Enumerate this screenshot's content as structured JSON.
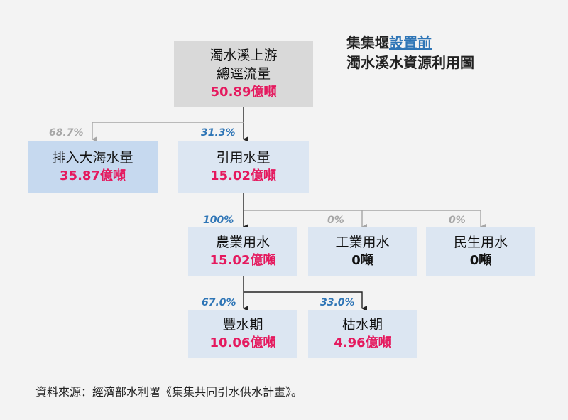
{
  "title": {
    "line1_prefix": "集集堰",
    "line1_highlight": "設置前",
    "line2": "濁水溪水資源利用圖"
  },
  "nodes": {
    "root": {
      "name1": "濁水溪上游",
      "name2": "總逕流量",
      "value": "50.89億噸"
    },
    "discharge": {
      "name": "排入大海水量",
      "value": "35.87億噸"
    },
    "intake": {
      "name": "引用水量",
      "value": "15.02億噸"
    },
    "agriculture": {
      "name": "農業用水",
      "value": "15.02億噸"
    },
    "industry": {
      "name": "工業用水",
      "value": "0噸"
    },
    "domestic": {
      "name": "民生用水",
      "value": "0噸"
    },
    "wet_season": {
      "name": "豐水期",
      "value": "10.06億噸"
    },
    "dry_season": {
      "name": "枯水期",
      "value": "4.96億噸"
    }
  },
  "percentages": {
    "discharge": "68.7%",
    "intake": "31.3%",
    "agriculture": "100%",
    "industry": "0%",
    "domestic": "0%",
    "wet_season": "67.0%",
    "dry_season": "33.0%"
  },
  "colors": {
    "value_highlight": "#e5195e",
    "percent_blue": "#2e75b6",
    "percent_gray": "#a6a6a6",
    "root_box": "#d9d9d9",
    "light_box": "#dce6f2",
    "mid_box": "#c6d9ef"
  },
  "source": "資料來源：經濟部水利署《集集共同引水供水計畫》。"
}
